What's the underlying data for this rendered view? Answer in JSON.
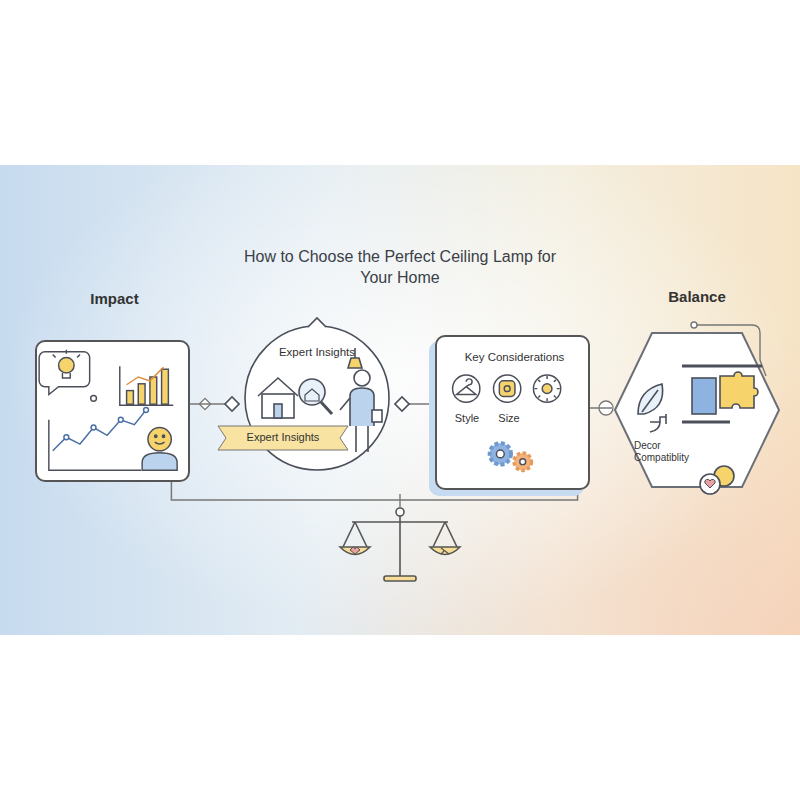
{
  "diagram": {
    "title": "How to Choose the Perfect Ceiling Lamp for Your Home",
    "nodes": [
      {
        "text": [
          "Impact"
        ]
      },
      {
        "text": [
          "Expert Insights"
        ]
      },
      {
        "text": [
          "Expert Insights"
        ],
        "in": 1
      },
      {
        "text": [
          "Key Considerations",
          "Style",
          "Size"
        ]
      },
      {
        "text": [
          "Balance",
          "Decor Compatiblity"
        ]
      }
    ],
    "edges": [
      {
        "from": 0,
        "to": 1,
        "arrow": "none"
      },
      {
        "from": 1,
        "to": 3,
        "arrow": "none"
      },
      {
        "from": 3,
        "to": 4,
        "arrow": "none"
      },
      {
        "from": 0,
        "to": 3,
        "arrow": "none"
      }
    ]
  }
}
